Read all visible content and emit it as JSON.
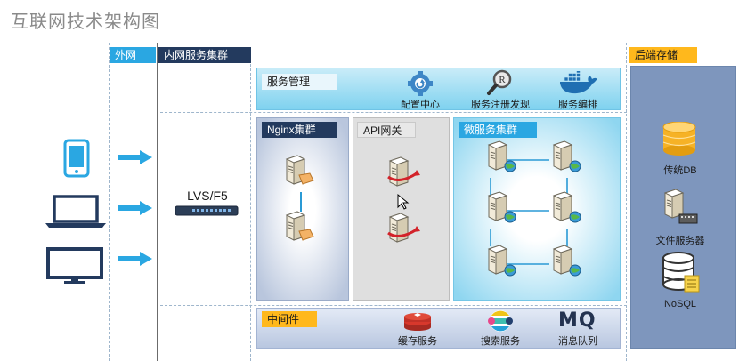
{
  "title": "互联网技术架构图",
  "columns": {
    "external": "外网",
    "internal": "内网服务集群",
    "storage": "后端存储"
  },
  "load_balancer": "LVS/F5",
  "service_management": {
    "label": "服务管理",
    "items": [
      "配置中心",
      "服务注册发现",
      "服务编排"
    ]
  },
  "clusters": {
    "nginx": "Nginx集群",
    "api": "API网关",
    "micro": "微服务集群"
  },
  "middleware": {
    "label": "中间件",
    "items": [
      "缓存服务",
      "搜索服务",
      "消息队列"
    ],
    "mq_logo": "MQ"
  },
  "storage_items": [
    "传统DB",
    "文件服务器",
    "NoSQL"
  ],
  "clients": [
    "phone-icon",
    "laptop-icon",
    "monitor-icon"
  ]
}
